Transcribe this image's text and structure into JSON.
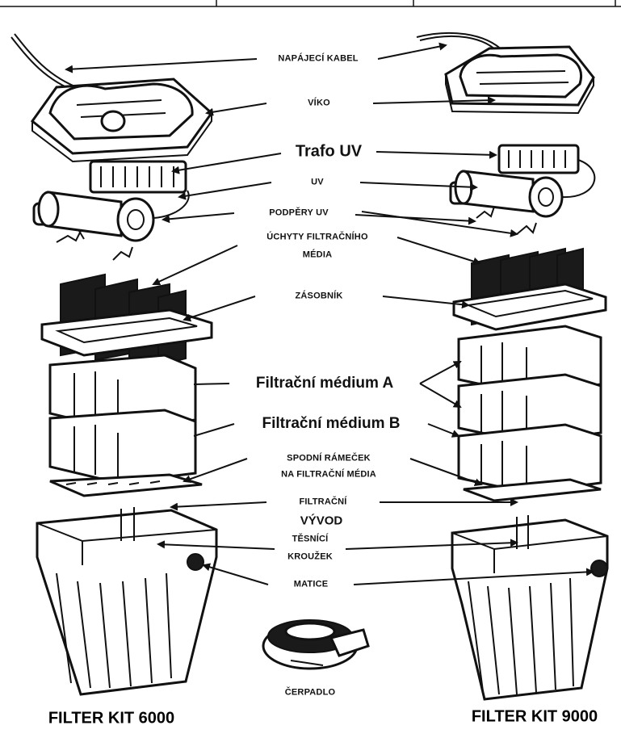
{
  "labels": {
    "cable": "NAPÁJECÍ KABEL",
    "lid": "VÍKO",
    "trafo": "Trafo UV",
    "uv": "UV",
    "uv_supports": "PODPĚRY UV",
    "media_holders_1": "ÚCHYTY FILTRAČNÍHO",
    "media_holders_2": "MÉDIA",
    "tray": "ZÁSOBNÍK",
    "media_a": "Filtrační médium A",
    "media_b": "Filtrační médium B",
    "bottom_frame_1": "SPODNÍ RÁMEČEK",
    "bottom_frame_2": "NA FILTRAČNÍ MÉDIA",
    "outlet_1": "FILTRAČNÍ",
    "outlet_2": "VÝVOD",
    "seal_1": "TĚSNÍCÍ",
    "seal_2": "KROUŽEK",
    "nut": "MATICE",
    "pump": "ČERPADLO"
  },
  "captions": {
    "left": "FILTER KIT 6000",
    "right": "FILTER KIT 9000"
  }
}
